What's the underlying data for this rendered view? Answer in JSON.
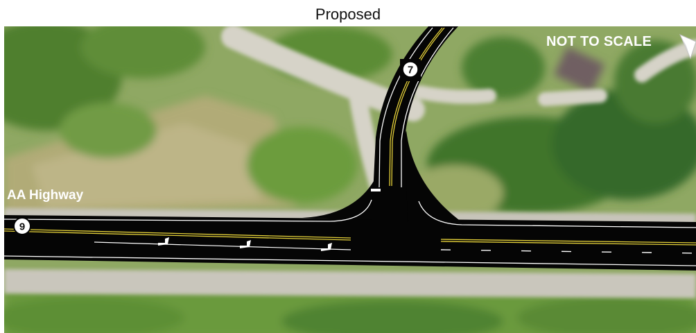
{
  "title": "Proposed",
  "labels": {
    "road_name": "AA Highway",
    "scale_note": "NOT TO SCALE"
  },
  "route_markers": [
    {
      "number": "7"
    },
    {
      "number": "9"
    }
  ],
  "icons": [
    "north-arrow-icon",
    "turn-arrow-icon"
  ],
  "colors": {
    "pavement": "#050505",
    "centerline": "#e6d23a",
    "edge_line": "#ffffff",
    "shoulder": "#c9c6bc",
    "vegetation": "#6f9a3e",
    "field": "#a8a56e"
  }
}
